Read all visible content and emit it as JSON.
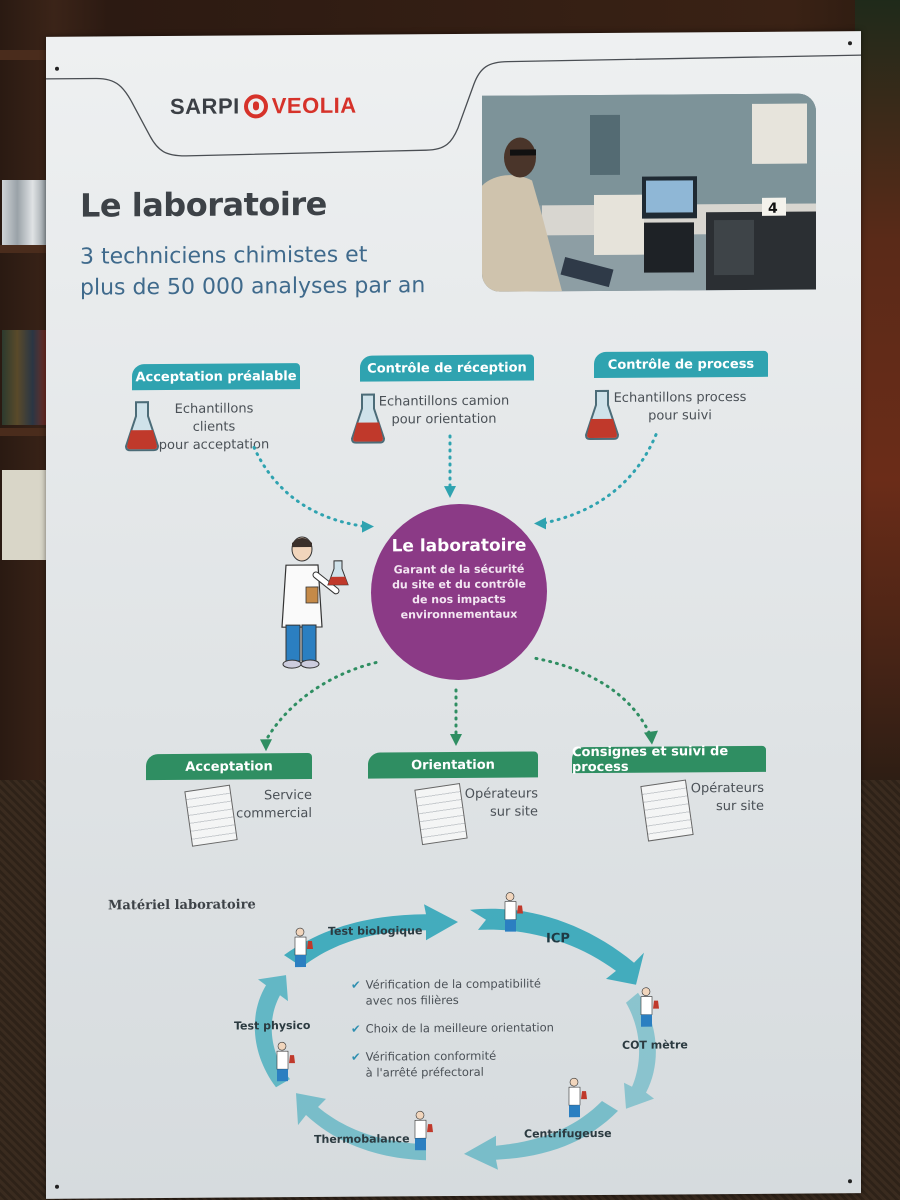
{
  "header": {
    "logo": {
      "left": "SARPI",
      "right": "VEOLIA"
    },
    "title": "Le laboratoire",
    "subtitle_line1": "3 techniciens chimistes et",
    "subtitle_line2": "plus de 50 000 analyses par an"
  },
  "inputs": [
    {
      "label": "Acceptation préalable",
      "line1": "Echantillons clients",
      "line2": "pour acceptation"
    },
    {
      "label": "Contrôle de réception",
      "line1": "Echantillons camion",
      "line2": "pour orientation"
    },
    {
      "label": "Contrôle de process",
      "line1": "Echantillons process",
      "line2": "pour suivi"
    }
  ],
  "center": {
    "title": "Le laboratoire",
    "text": "Garant de la sécurité du site et du contrôle de nos impacts environnementaux"
  },
  "outputs": [
    {
      "label": "Acceptation",
      "line1": "Service",
      "line2": "commercial"
    },
    {
      "label": "Orientation",
      "line1": "Opérateurs",
      "line2": "sur site"
    },
    {
      "label": "Consignes et suivi de process",
      "line1": "Opérateurs",
      "line2": "sur site"
    }
  ],
  "equipment": {
    "title": "Matériel laboratoire",
    "cycle": [
      "Test biologique",
      "ICP",
      "COT mètre",
      "Centrifugeuse",
      "Thermobalance",
      "Test physico"
    ],
    "checks": [
      {
        "line1": "Vérification de la compatibilité",
        "line2": "avec nos filières"
      },
      {
        "line1": "Choix de la meilleure orientation",
        "line2": ""
      },
      {
        "line1": "Vérification conformité",
        "line2": "à l'arrêté préfectoral"
      }
    ]
  },
  "photo": {
    "sign_number": "4"
  },
  "colors": {
    "teal": "#2fa3b0",
    "green": "#2f8e62",
    "purple": "#8b3a86",
    "veolia_red": "#d6322a",
    "cycle_arrow": "#3ba9bb"
  }
}
